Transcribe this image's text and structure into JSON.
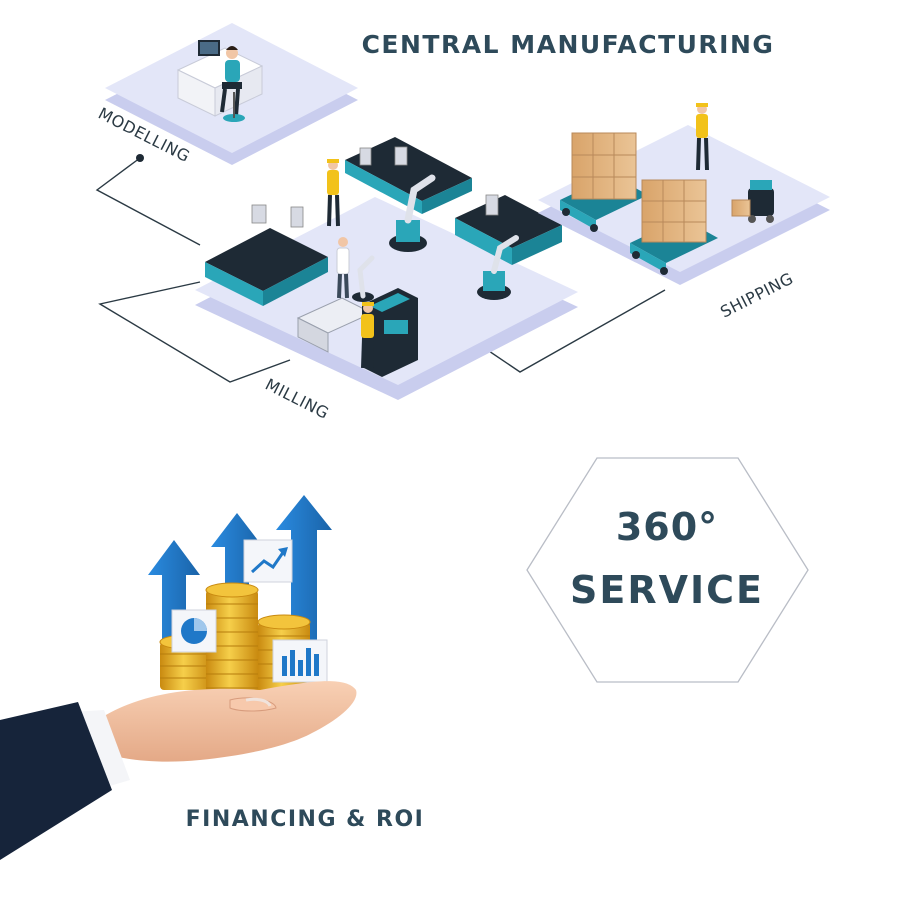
{
  "titles": {
    "central": "CENTRAL MANUFACTURING",
    "service_line1": "360°",
    "service_line2": "SERVICE",
    "financing": "FINANCING & ROI"
  },
  "labels": {
    "modelling": "MODELLING",
    "milling": "MILLING",
    "shipping": "SHIPPING"
  },
  "colors": {
    "title": "#2e4a5a",
    "platform_top": "#e3e6f8",
    "platform_side": "#c9cdee",
    "machine_teal": "#2aa6b8",
    "machine_dark": "#1e2a35",
    "arrow_blue": "#1f78c8",
    "coin_gold": "#e6a81c",
    "suit_navy": "#16243a",
    "box_tan": "#e2b884",
    "worker_yellow": "#f2c21a"
  },
  "icons": {
    "modelling": "designer-at-desk-icon",
    "milling": "production-line-icon",
    "shipping": "cargo-carts-icon",
    "financing": "hand-with-coins-icon"
  }
}
